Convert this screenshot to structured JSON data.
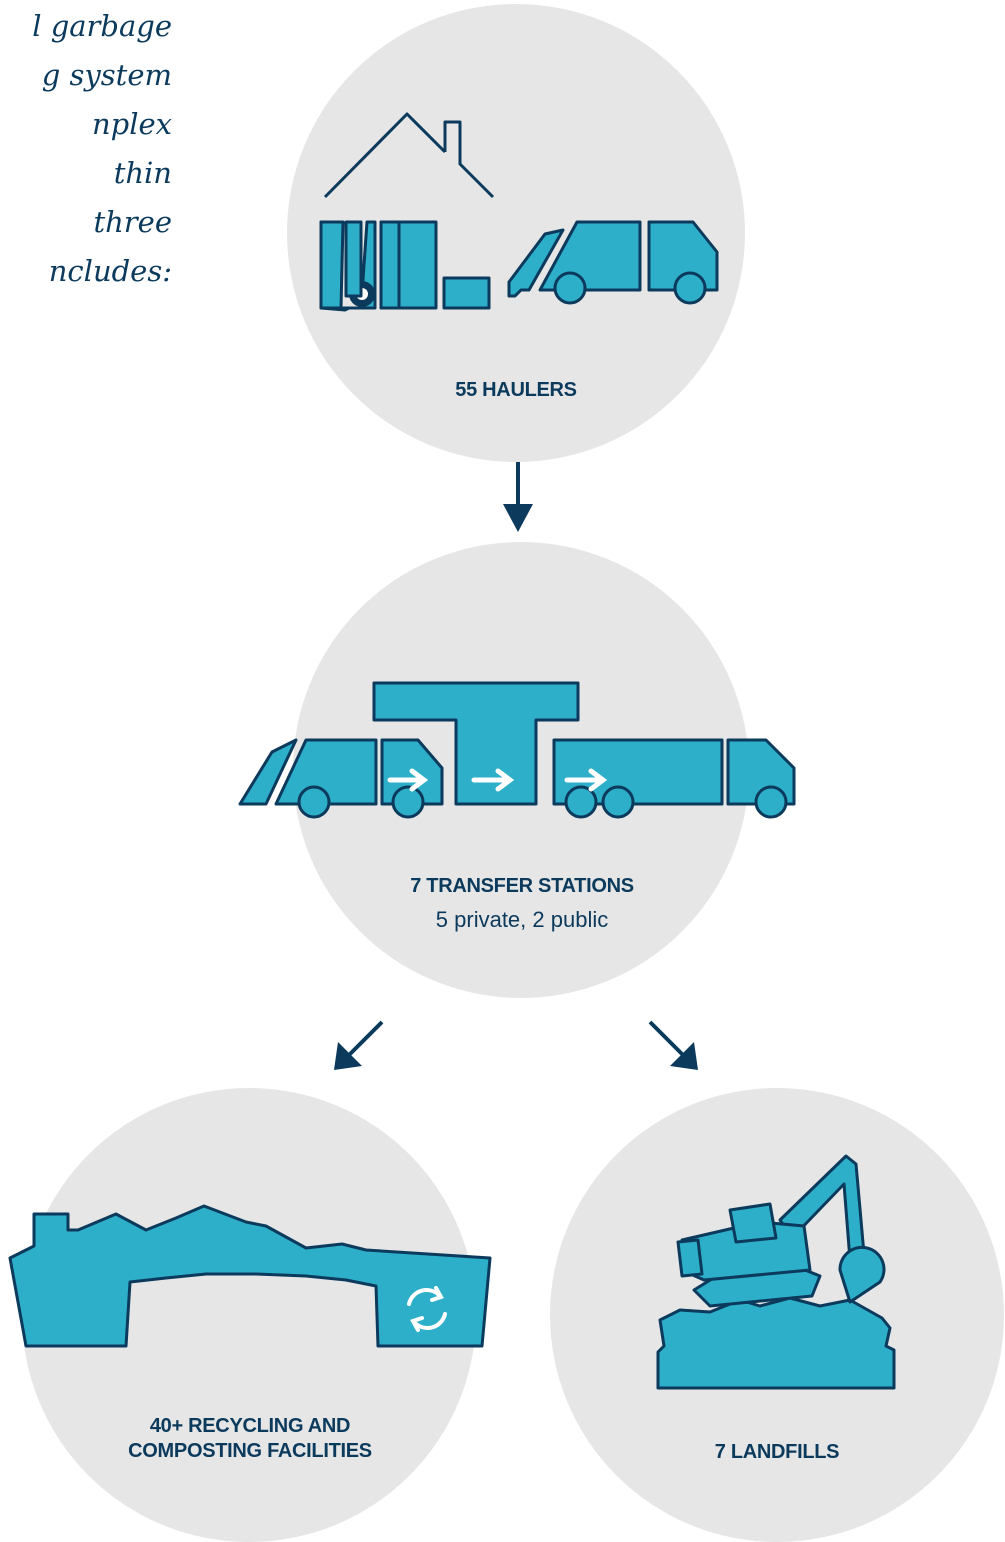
{
  "intro": {
    "lines": [
      "l garbage",
      "g system",
      "nplex",
      "thin",
      " three",
      "ncludes:"
    ]
  },
  "nodes": {
    "haulers": {
      "label": "55 HAULERS",
      "icon": "house-bins-truck-icon"
    },
    "transfer": {
      "label": "7 TRANSFER STATIONS",
      "sublabel": "5 private, 2 public",
      "icon": "transfer-station-icon"
    },
    "recycling": {
      "label_line1": "40+ RECYCLING AND",
      "label_line2": "COMPOSTING  FACILITIES",
      "icon": "recycling-facility-icon"
    },
    "landfills": {
      "label": "7 LANDFILLS",
      "icon": "excavator-landfill-icon"
    }
  },
  "colors": {
    "circle": "#e6e6e6",
    "accent": "#2eafc9",
    "dark": "#0b3a5c"
  }
}
